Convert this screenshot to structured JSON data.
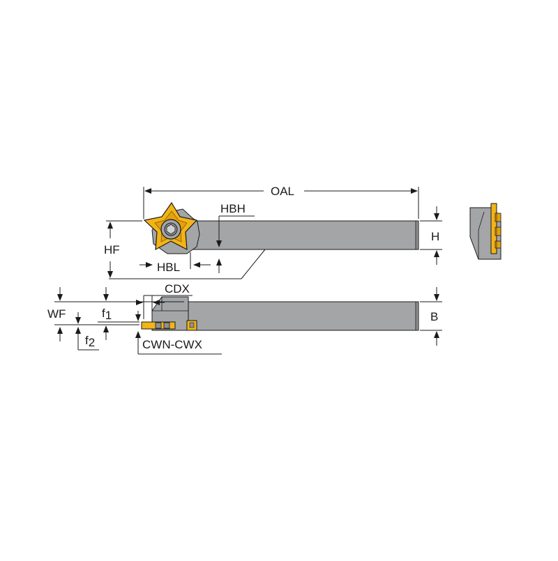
{
  "labels": {
    "oal": "OAL",
    "hbh": "HBH",
    "hf": "HF",
    "hbl": "HBL",
    "h": "H",
    "cdx": "CDX",
    "wf": "WF",
    "f1_main": "f",
    "f1_sub": "1",
    "f2_main": "f",
    "f2_sub": "2",
    "b": "B",
    "cwn": "CWN-CWX"
  },
  "colors": {
    "insert": "#f2b417",
    "insert_dark": "#b07a00",
    "body": "#a3a5a7",
    "body_dark": "#7c7e80",
    "outline": "#1a1a1a"
  }
}
